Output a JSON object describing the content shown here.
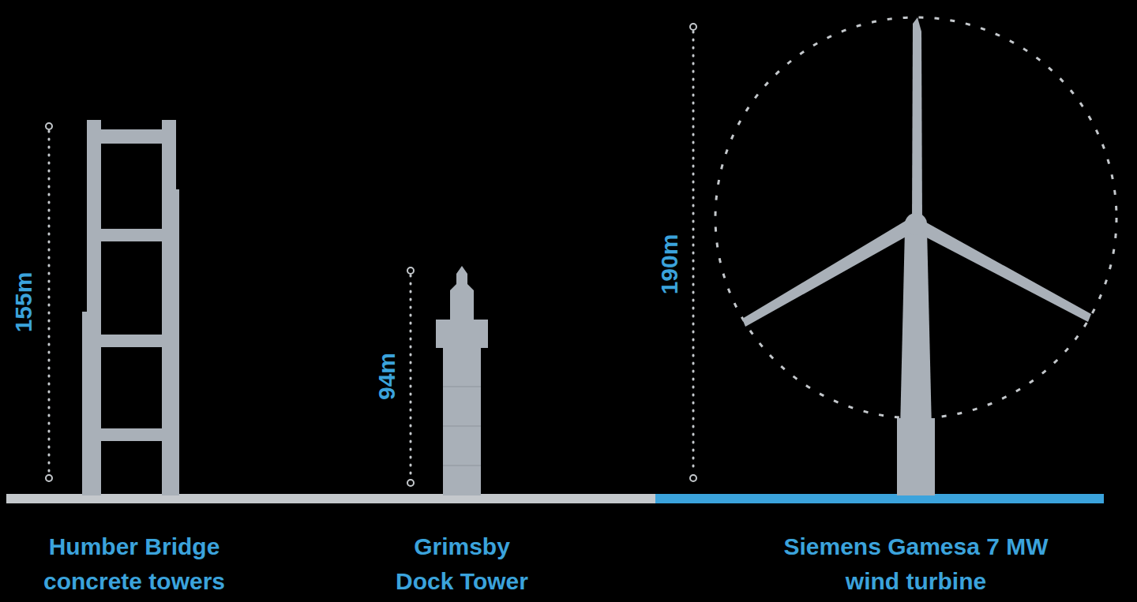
{
  "diagram": {
    "labels": [
      "155m",
      "94m",
      "190m",
      "Humber Bridge concrete towers",
      "Grimsby Dock Tower",
      "Siemens Gamesa 7 MW wind turbine"
    ]
  }
}
